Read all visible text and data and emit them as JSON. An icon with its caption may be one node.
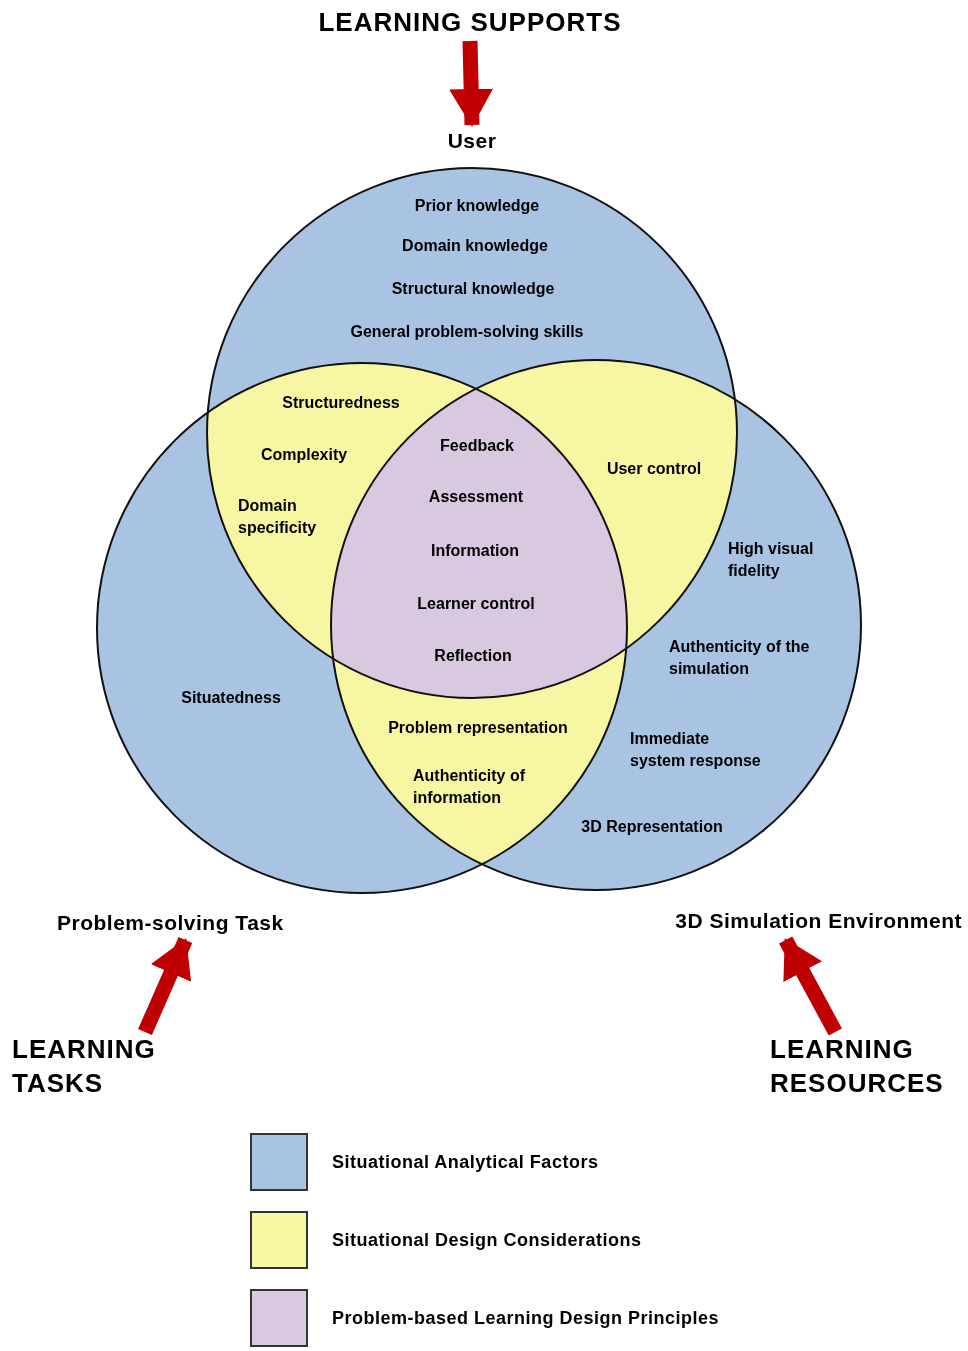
{
  "diagram": {
    "nodes": [
      {
        "text": [
          "LEARNING SUPPORTS"
        ]
      },
      {
        "text": [
          "User"
        ]
      },
      {
        "text": [
          "Problem-solving Task"
        ]
      },
      {
        "text": [
          "3D Simulation Environment"
        ]
      },
      {
        "text": [
          "LEARNING TASKS"
        ]
      },
      {
        "text": [
          "LEARNING RESOURCES"
        ]
      }
    ],
    "edges": [
      {
        "from": 0,
        "to": 1,
        "arrow": "to"
      },
      {
        "from": 4,
        "to": 2,
        "arrow": "to"
      },
      {
        "from": 5,
        "to": 3,
        "arrow": "to"
      }
    ],
    "labels": [
      "Prior knowledge",
      "Domain knowledge",
      "Structural knowledge",
      "General problem-solving skills",
      "Structuredness",
      "Feedback",
      "Complexity",
      "User control",
      "Assessment",
      "Domain specificity",
      "High visual fidelity",
      "Information",
      "Learner control",
      "Authenticity of the simulation",
      "Reflection",
      "Situatedness",
      "Problem representation",
      "Immediate system response",
      "Authenticity of information",
      "3D Representation"
    ],
    "legend": [
      {
        "text": "Situational Analytical Factors",
        "color": "#a9c3e3"
      },
      {
        "text": "Situational Design Considerations",
        "color": "#f7f7a3"
      },
      {
        "text": "Problem-based Learning Design Principles",
        "color": "#d8c8e0"
      }
    ]
  }
}
